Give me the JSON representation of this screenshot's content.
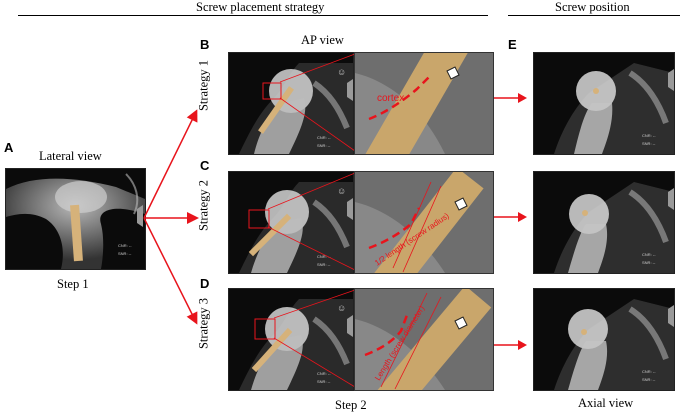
{
  "header": {
    "left_title": "Screw placement strategy",
    "right_title": "Screw position"
  },
  "panels": {
    "A": {
      "letter": "A",
      "title": "Lateral view",
      "caption": "Step 1"
    },
    "B": {
      "letter": "B",
      "title": "AP view",
      "strategy": "Strategy  1",
      "annotation": "cortex"
    },
    "C": {
      "letter": "C",
      "strategy": "Strategy  2",
      "annotation": "1/2 length (screw radius)"
    },
    "D": {
      "letter": "D",
      "strategy": "Strategy  3",
      "annotation": "Length (screw diameter)",
      "caption": "Step 2"
    },
    "E": {
      "letter": "E",
      "caption": "Axial view"
    }
  },
  "colors": {
    "arrow": "#e8141c",
    "annotation": "#e8141c",
    "screw": "#d6b27a",
    "xray_bg": "#0b0b0b"
  }
}
